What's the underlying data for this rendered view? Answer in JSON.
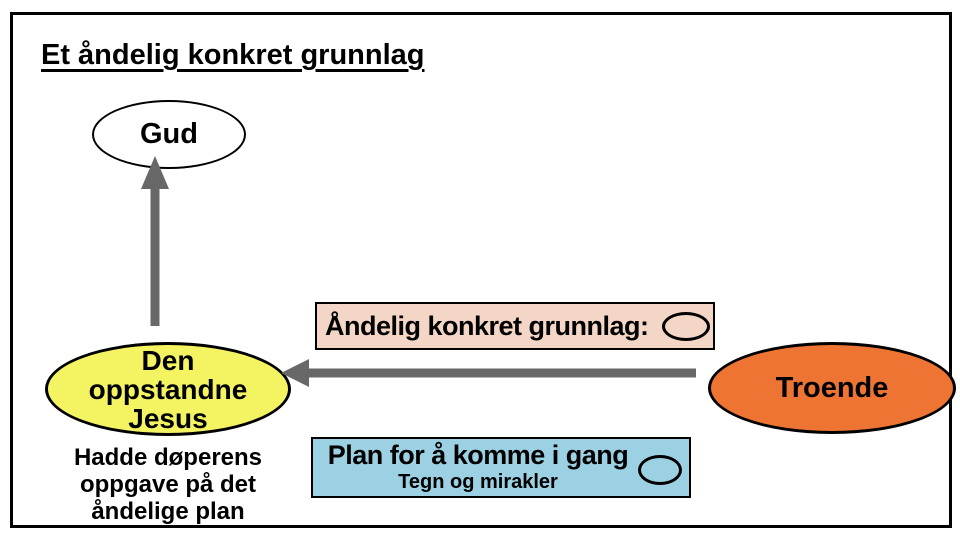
{
  "title": "Et åndelig konkret grunnlag",
  "colors": {
    "background": "#FFFFFF",
    "frame_border": "#000000",
    "arrow_gray": "#686868",
    "gud_fill": "#FFFFFF",
    "jesus_fill": "#F4F463",
    "troende_fill": "#EE7433",
    "grunnlag_box_fill": "#F4D6C6",
    "plan_box_fill": "#9CD1E3",
    "text": "#000000"
  },
  "nodes": {
    "gud": {
      "label": "Gud"
    },
    "jesus": {
      "label": "Den\noppstandne\nJesus",
      "caption": "Hadde døperens\noppgave på det\nåndelige plan"
    },
    "troende": {
      "label": "Troende"
    }
  },
  "boxes": {
    "grunnlag": {
      "label": "Åndelig konkret grunnlag:"
    },
    "plan": {
      "label": "Plan for å komme i gang",
      "sublabel": "Tegn og mirakler"
    }
  },
  "edges": [
    {
      "from": "troende",
      "to": "jesus",
      "direction": "left"
    },
    {
      "from": "jesus",
      "to": "gud",
      "direction": "up"
    }
  ]
}
